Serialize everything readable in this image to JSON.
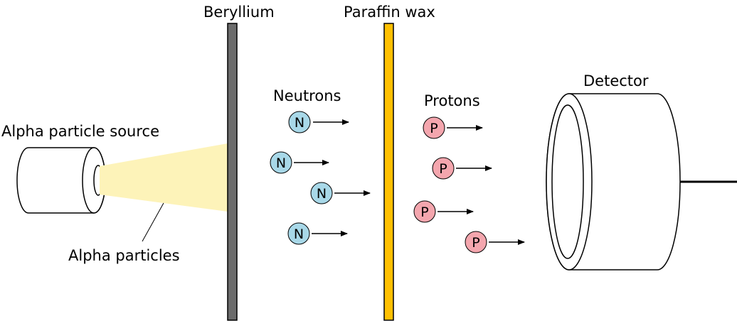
{
  "labels": {
    "source": "Alpha particle source",
    "alpha_particles": "Alpha particles",
    "beryllium": "Beryllium",
    "paraffin": "Paraffin wax",
    "neutrons": "Neutrons",
    "protons": "Protons",
    "detector": "Detector"
  },
  "particles": {
    "neutron_symbol": "N",
    "proton_symbol": "P"
  },
  "colors": {
    "beam": "#fdf3b9",
    "beryllium": "#6b6b6b",
    "paraffin": "#ffc000",
    "neutron": "#a8d8e8",
    "proton": "#f4a6ae"
  }
}
